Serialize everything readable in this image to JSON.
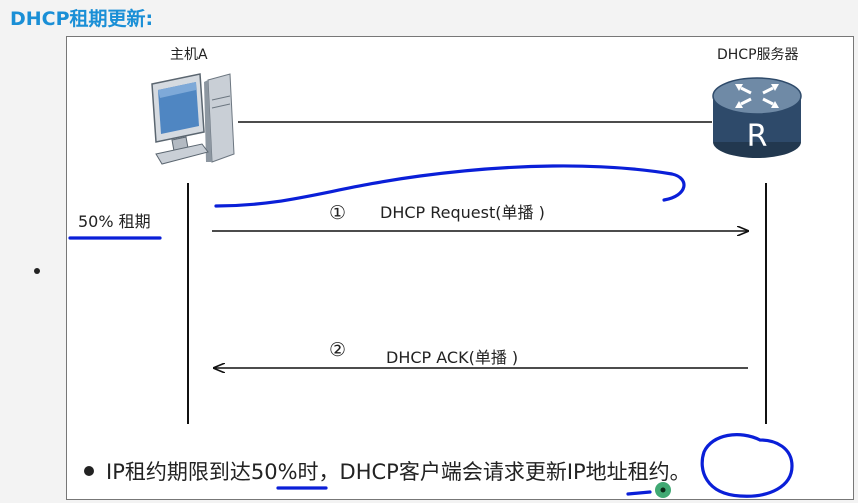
{
  "title": "DHCP租期更新:",
  "host": {
    "label": "主机A",
    "icon": "computer-icon"
  },
  "server": {
    "label": "DHCP服务器",
    "icon": "router-icon",
    "router_letter": "R"
  },
  "lease_label": "50% 租期",
  "messages": [
    {
      "number": "①",
      "text": "DHCP Request(单播 )",
      "direction": "host-to-server"
    },
    {
      "number": "②",
      "text": "DHCP ACK(单播 )",
      "direction": "server-to-host"
    }
  ],
  "note": "IP租约期限到达50%时，DHCP客户端会请求更新IP地址租约。",
  "colors": {
    "title": "#1a8fd6",
    "annotation_ink": "#0a1fd8",
    "pointer": "#1f9a5a",
    "router": "#2e4a6a"
  }
}
